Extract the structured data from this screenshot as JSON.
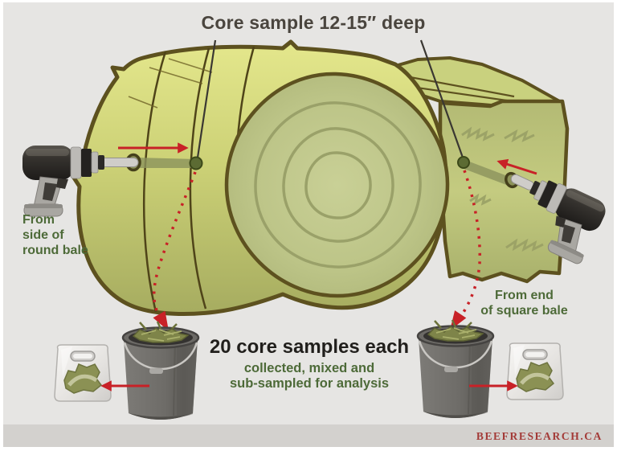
{
  "title": "Core sample 12-15″ deep",
  "labels": {
    "round_bale": "From\nside of\nround bale",
    "square_bale": "From end\nof square bale"
  },
  "summary": {
    "headline": "20 core samples each",
    "subline": "collected, mixed and\nsub-sampled for analysis"
  },
  "footer": {
    "brand": "BEEFRESEARCH.CA"
  },
  "colors": {
    "page_bg": "#e6e5e3",
    "bar_bg": "#d3d1ce",
    "brand_red": "#a33a37",
    "title_text": "#4a453e",
    "green_text": "#4d6a38",
    "headline_text": "#211f1c",
    "arrow_red": "#c82127",
    "bale_outline": "#5d511f",
    "bale_side": "#d6da7c",
    "bale_face": "#bdc588",
    "bale_ring": "#9da46c",
    "square_face": "#b7bf7c",
    "drill_dark": "#2f2c29",
    "metal_gray": "#bcbab6",
    "bucket_gray": "#6e6c68",
    "hay_green": "#7e8449",
    "bag_white": "#f0efed"
  },
  "illustration": {
    "parts": [
      "round-bale",
      "square-bale",
      "drill-left",
      "drill-right",
      "core-sampler-tube-left",
      "core-sampler-tube-right",
      "core-hole-left",
      "core-hole-right",
      "sample-bucket-left",
      "sample-bucket-right",
      "sample-bag-left",
      "sample-bag-right",
      "red-arrow",
      "dotted-sample-path"
    ]
  }
}
